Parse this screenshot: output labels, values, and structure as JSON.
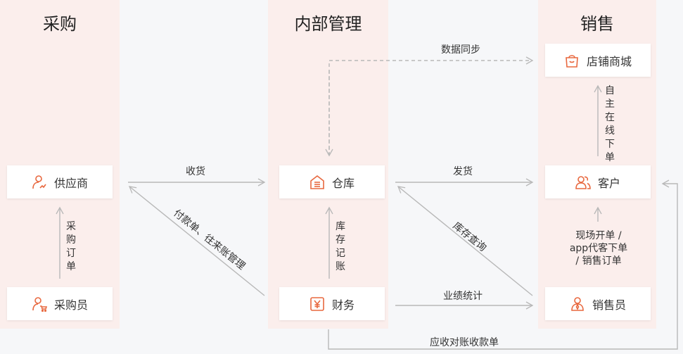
{
  "columns": {
    "purchase": "采购",
    "internal": "内部管理",
    "sales": "销售"
  },
  "nodes": {
    "supplier": "供应商",
    "buyer": "采购员",
    "warehouse": "仓库",
    "finance": "财务",
    "store": "店铺商城",
    "customer": "客户",
    "salesperson": "销售员"
  },
  "edges": {
    "data_sync": "数据同步",
    "receive_goods": "收货",
    "payment": "付款单、往来账管理",
    "ship_goods": "发货",
    "stock_query": "库存查询",
    "performance": "业绩统计",
    "receivables": "应收对账收款单",
    "purchase_order": "采购订单",
    "stock_record": "库存记账",
    "self_order": "自主在线下单",
    "sales_order_line1": "现场开单 /",
    "sales_order_line2": "app代客下单",
    "sales_order_line3": "/ 销售订单"
  },
  "colors": {
    "accent": "#e8683f",
    "column_bg": "#fbeeec",
    "line": "#b8b8b8"
  },
  "icons": {
    "supplier": "person-chart-icon",
    "buyer": "person-cart-icon",
    "warehouse": "warehouse-icon",
    "finance": "yuan-icon",
    "store": "shopping-bag-icon",
    "customer": "group-icon",
    "salesperson": "person-tie-icon"
  }
}
